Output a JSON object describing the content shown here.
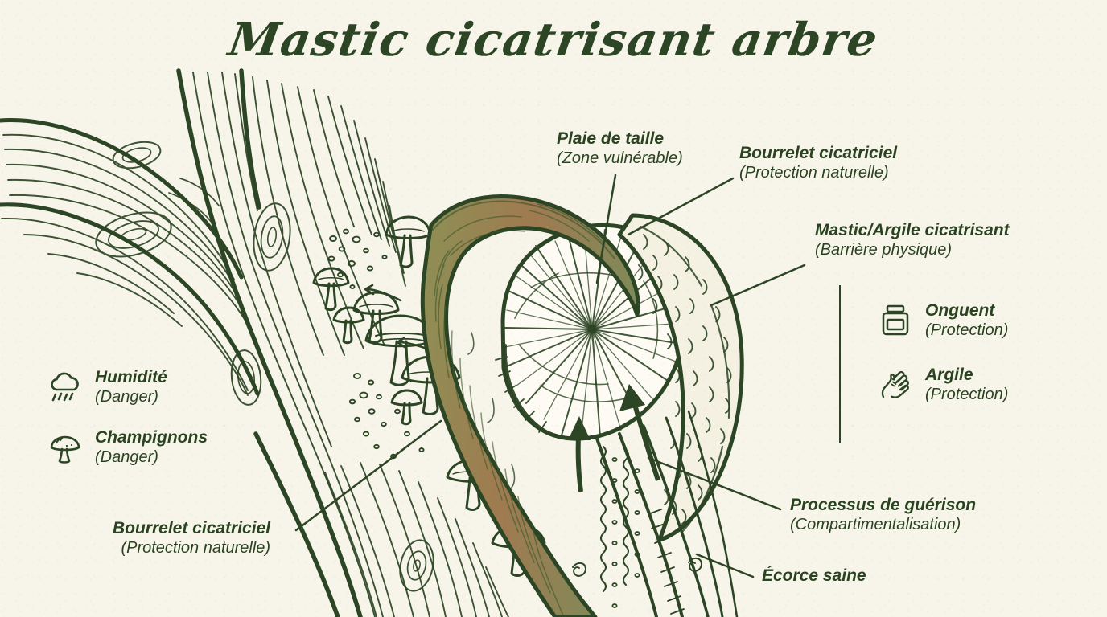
{
  "page": {
    "title": "Mastic cicatrisant arbre",
    "background_color": "#f7f4ea",
    "ink_color": "#2c4524",
    "branch_brown": "#a87b52",
    "branch_green": "#8a9464"
  },
  "callouts": [
    {
      "id": "plaie",
      "title": "Plaie de taille",
      "subtitle": "(Zone vulnérable)"
    },
    {
      "id": "bourrelet-tr",
      "title": "Bourrelet cicatriciel",
      "subtitle": "(Protection naturelle)"
    },
    {
      "id": "mastic",
      "title": "Mastic/Argile cicatrisant",
      "subtitle": "(Barrière physique)"
    },
    {
      "id": "processus",
      "title": "Processus de guérison",
      "subtitle": "(Compartimentalisation)"
    },
    {
      "id": "ecorce",
      "title": "Écorce saine",
      "subtitle": ""
    },
    {
      "id": "bourrelet-bl",
      "title": "Bourrelet cicatriciel",
      "subtitle": "(Protection naturelle)"
    }
  ],
  "legend_left": {
    "items": [
      {
        "icon": "rain-cloud-icon",
        "label": "Humidité",
        "status": "(Danger)"
      },
      {
        "icon": "mushroom-icon",
        "label": "Champignons",
        "status": "(Danger)"
      }
    ]
  },
  "legend_right": {
    "items": [
      {
        "icon": "ointment-jar-icon",
        "label": "Onguent",
        "status": "(Protection)"
      },
      {
        "icon": "clay-hand-icon",
        "label": "Argile",
        "status": "(Protection)"
      }
    ]
  },
  "illustration": {
    "name": "tree-pruning-wound-diagram",
    "elements": [
      "tree-trunk-bark",
      "side-branch",
      "pruned-branch-stub",
      "wound-cross-section",
      "callus-ridge",
      "mastic-coating",
      "mushroom-cluster",
      "spore-dots",
      "healing-arrows"
    ]
  }
}
